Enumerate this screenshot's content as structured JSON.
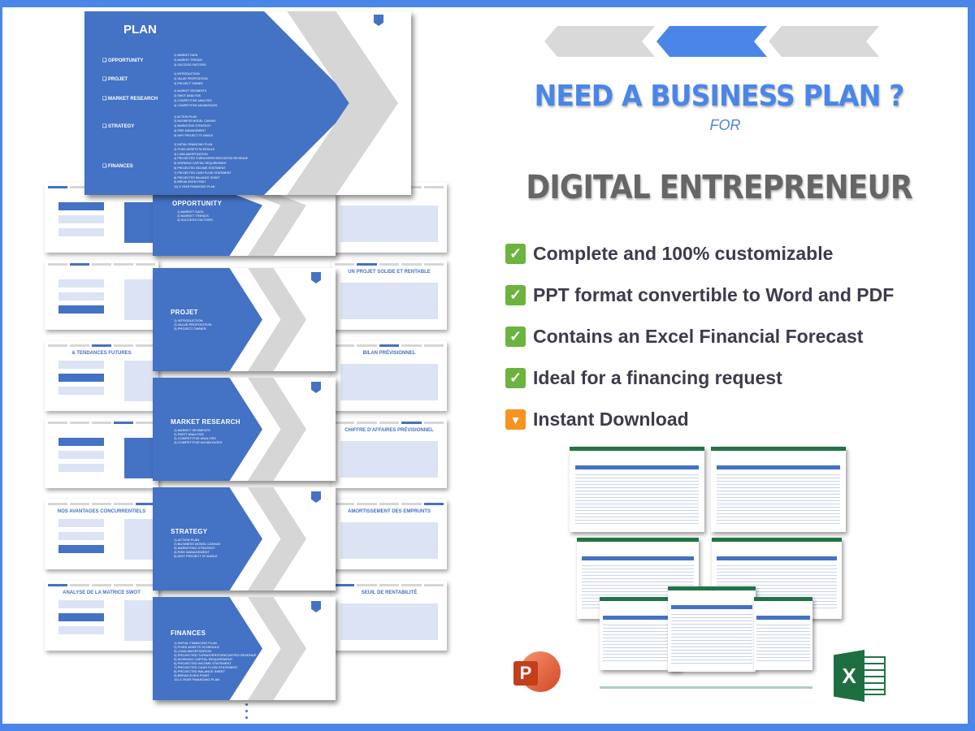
{
  "colors": {
    "brand_blue": "#4a86e8",
    "slide_blue": "#4472c4",
    "gray": "#d9d9d9",
    "check_green": "#6cb33f",
    "download_orange": "#f7931e"
  },
  "plan": {
    "title": "PLAN",
    "sections": [
      {
        "name": "OPPORTUNITY",
        "items": [
          "1) Market data",
          "2) Market trends",
          "3) Success factors"
        ]
      },
      {
        "name": "PROJET",
        "items": [
          "1) Introduction",
          "2) Value proposition",
          "3) Project owner"
        ]
      },
      {
        "name": "MARKET RESEARCH",
        "items": [
          "1) Market segments",
          "2) SWOT analysis",
          "3) Competitive analysis",
          "4) Competitive advantages"
        ]
      },
      {
        "name": "STRATEGY",
        "items": [
          "1) Action plan",
          "2) Business model canvas",
          "3) Marketing strategy",
          "4) Risk management",
          "5) Why project is viable"
        ]
      },
      {
        "name": "FINANCES",
        "items": [
          "1) Initial financing plan",
          "2) Fixed assets schedule",
          "3) Loan amortization",
          "4) Projected turnover/forecasted revenue",
          "5) Working capital requirement",
          "6) Projected income statement",
          "7) Projected cash flow statement",
          "8) Projected balance sheet",
          "9) Break-even point",
          "10) 3-year financing plan"
        ]
      }
    ]
  },
  "right_slides": [
    "",
    "UN PROJET SOLIDE ET RENTABLE",
    "BILAN PRÉVISIONNEL",
    "CHIFFRE D'AFFAIRES PRÉVISIONNEL",
    "AMORTISSEMENT DES EMPRUNTS",
    "SEUIL DE RENTABILITÉ"
  ],
  "left_slides": [
    "",
    "",
    "& TENDANCES FUTURES",
    "",
    "NOS AVANTAGES CONCURRENTIELS",
    "ANALYSE DE LA MATRICE SWOT"
  ],
  "headline": "NEED A BUSINESS PLAN ?",
  "for_label": "FOR",
  "target": "DIGITAL ENTREPRENEUR",
  "features": [
    {
      "icon": "check-icon",
      "text": "Complete and 100% customizable"
    },
    {
      "icon": "check-icon",
      "text": "PPT format convertible to Word and PDF"
    },
    {
      "icon": "check-icon",
      "text": "Contains an Excel Financial Forecast"
    },
    {
      "icon": "check-icon",
      "text": "Ideal for a financing request"
    },
    {
      "icon": "download-icon",
      "text": "Instant Download"
    }
  ],
  "app_icons": {
    "powerpoint": "P",
    "excel": "X"
  }
}
